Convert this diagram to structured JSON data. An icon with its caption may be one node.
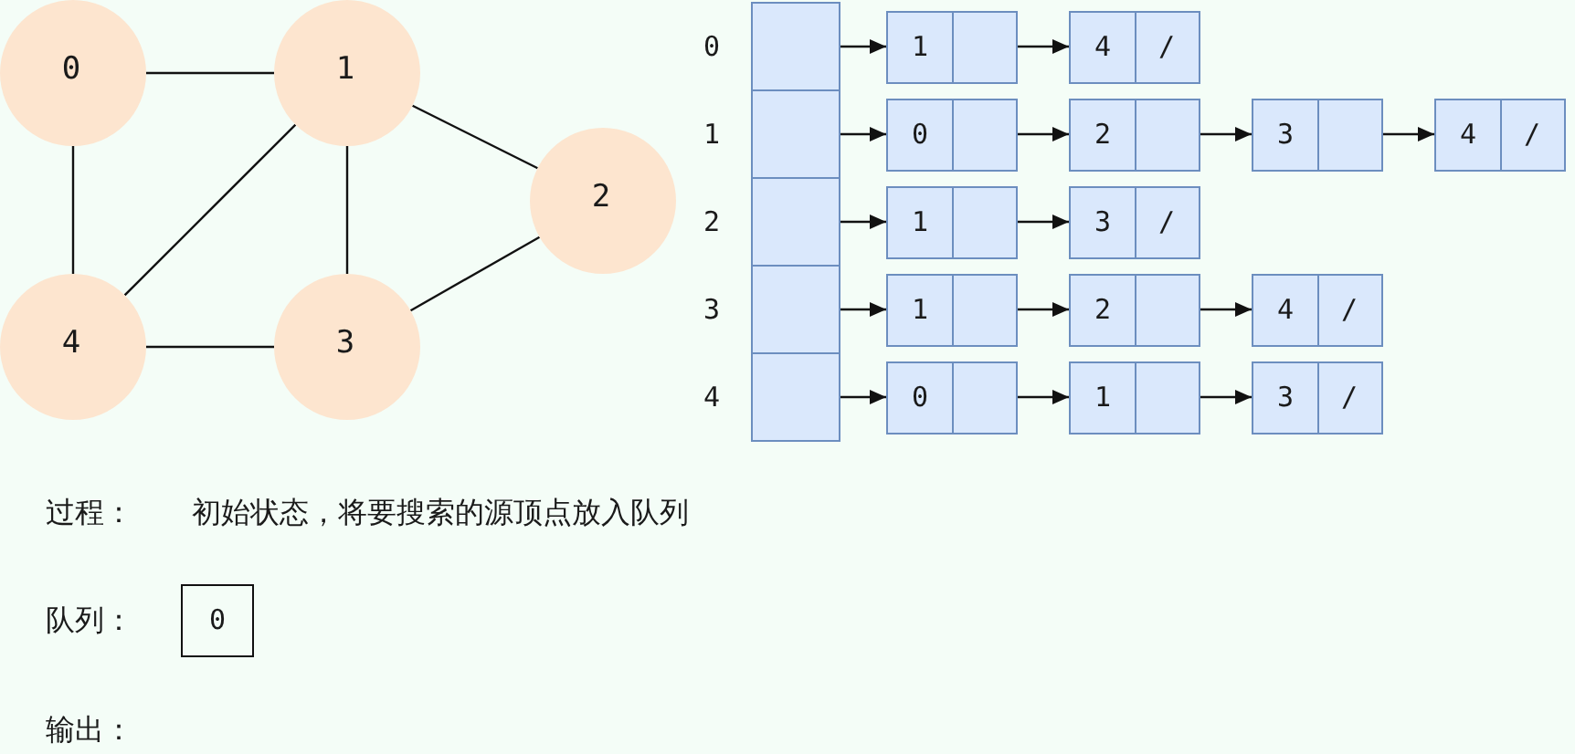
{
  "diagram": {
    "nodes": [
      {
        "text": [
          "0"
        ]
      },
      {
        "text": [
          "1"
        ]
      },
      {
        "text": [
          "2"
        ]
      },
      {
        "text": [
          "4"
        ]
      },
      {
        "text": [
          "3"
        ]
      },
      {
        "text": [],
        "shape": "box",
        "beside": [
          "0"
        ]
      },
      {
        "text": [
          "1"
        ]
      },
      {
        "text": [
          "4",
          "/"
        ]
      },
      {
        "text": [],
        "shape": "box",
        "beside": [
          "1"
        ]
      },
      {
        "text": [
          "0"
        ]
      },
      {
        "text": [
          "2"
        ]
      },
      {
        "text": [
          "3"
        ]
      },
      {
        "text": [
          "4",
          "/"
        ]
      },
      {
        "text": [],
        "shape": "box",
        "beside": [
          "2"
        ]
      },
      {
        "text": [
          "1"
        ]
      },
      {
        "text": [
          "3",
          "/"
        ]
      },
      {
        "text": [],
        "shape": "box",
        "beside": [
          "3"
        ]
      },
      {
        "text": [
          "1"
        ]
      },
      {
        "text": [
          "2"
        ]
      },
      {
        "text": [
          "4",
          "/"
        ]
      },
      {
        "text": [],
        "shape": "box",
        "beside": [
          "4"
        ]
      },
      {
        "text": [
          "0"
        ]
      },
      {
        "text": [
          "1"
        ]
      },
      {
        "text": [
          "3",
          "/"
        ]
      },
      {
        "text": [
          "0"
        ],
        "beside": [
          "队列："
        ]
      }
    ],
    "edges": [
      {
        "from": 0,
        "to": 1,
        "arrow": "none"
      },
      {
        "from": 1,
        "to": 2,
        "arrow": "none"
      },
      {
        "from": 0,
        "to": 3,
        "arrow": "none"
      },
      {
        "from": 1,
        "to": 3,
        "arrow": "none"
      },
      {
        "from": 1,
        "to": 4,
        "arrow": "none"
      },
      {
        "from": 4,
        "to": 2,
        "arrow": "none"
      },
      {
        "from": 3,
        "to": 4,
        "arrow": "none"
      },
      {
        "from": 5,
        "to": 6,
        "arrow": "to"
      },
      {
        "from": 6,
        "to": 7,
        "arrow": "to"
      },
      {
        "from": 8,
        "to": 9,
        "arrow": "to"
      },
      {
        "from": 9,
        "to": 10,
        "arrow": "to"
      },
      {
        "from": 10,
        "to": 11,
        "arrow": "to"
      },
      {
        "from": 11,
        "to": 12,
        "arrow": "to"
      },
      {
        "from": 13,
        "to": 14,
        "arrow": "to"
      },
      {
        "from": 14,
        "to": 15,
        "arrow": "to"
      },
      {
        "from": 16,
        "to": 17,
        "arrow": "to"
      },
      {
        "from": 17,
        "to": 18,
        "arrow": "to"
      },
      {
        "from": 18,
        "to": 19,
        "arrow": "to"
      },
      {
        "from": 20,
        "to": 21,
        "arrow": "to"
      },
      {
        "from": 21,
        "to": 22,
        "arrow": "to"
      },
      {
        "from": 22,
        "to": 23,
        "arrow": "to"
      }
    ],
    "labels": [
      "过程：",
      "初始状态，将要搜索的源顶点放入队列",
      "输出："
    ]
  }
}
